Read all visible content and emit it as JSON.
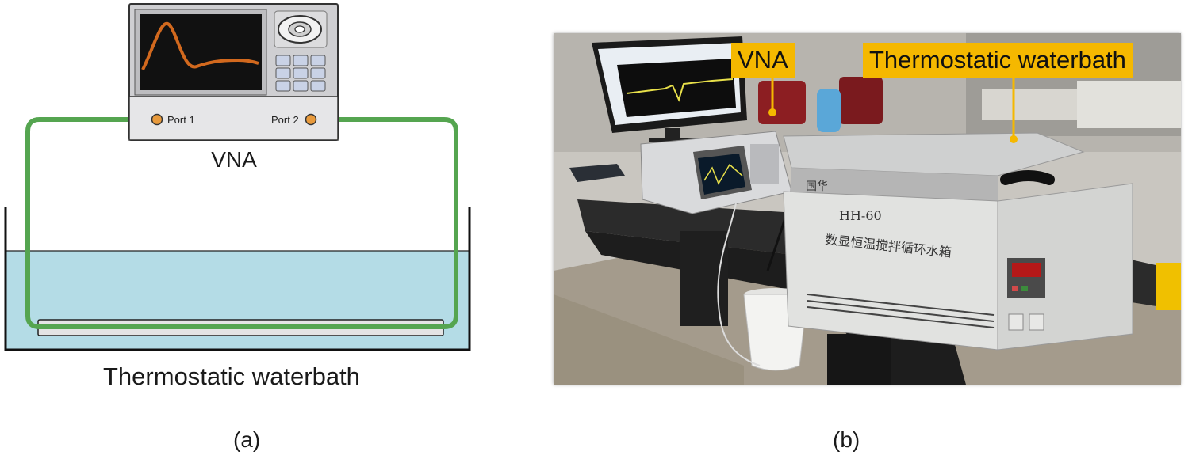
{
  "diagram_a": {
    "device_label": "VNA",
    "port1_label": "Port 1",
    "port2_label": "Port 2",
    "bath_label": "Thermostatic waterbath",
    "caption": "(a)",
    "colors": {
      "cable": "#55a550",
      "water": "#b4dce6",
      "trace": "#d2691e",
      "port": "#e89a3c",
      "sensor_dots": "#e07a7a"
    }
  },
  "photo_b": {
    "callout_vna": "VNA",
    "callout_bath": "Thermostatic waterbath",
    "bath_model": "HH-60",
    "bath_brand": "国华",
    "bath_name": "数显恒温搅拌循环水箱",
    "caption": "(b)",
    "colors": {
      "callout": "#f5b800"
    }
  }
}
